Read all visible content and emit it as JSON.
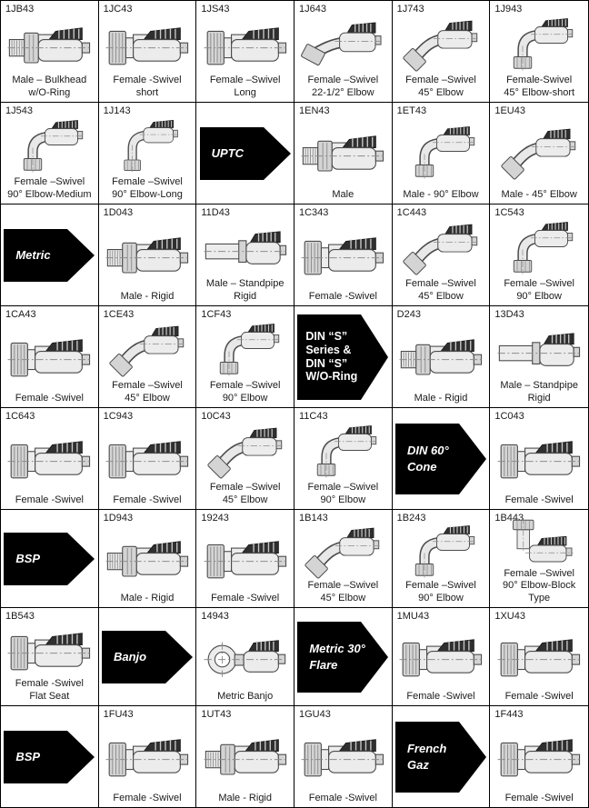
{
  "page": {
    "kind": "hose-fitting-catalog-grid",
    "columns": 6,
    "rows": 8,
    "border_color": "#000000",
    "background": "#ffffff",
    "banner_bg": "#000000",
    "banner_text_color": "#ffffff"
  },
  "cells": [
    {
      "kind": "part",
      "code": "1JB43",
      "desc": "Male – Bulkhead\nw/O-Ring",
      "art": "straight-male"
    },
    {
      "kind": "part",
      "code": "1JC43",
      "desc": "Female -Swivel\nshort",
      "art": "straight-female"
    },
    {
      "kind": "part",
      "code": "1JS43",
      "desc": "Female –Swivel\nLong",
      "art": "straight-female"
    },
    {
      "kind": "part",
      "code": "1J643",
      "desc": "Female –Swivel\n22-1/2° Elbow",
      "art": "elbow225"
    },
    {
      "kind": "part",
      "code": "1J743",
      "desc": "Female –Swivel\n45° Elbow",
      "art": "elbow45"
    },
    {
      "kind": "part",
      "code": "1J943",
      "desc": "Female-Swivel\n45° Elbow-short",
      "art": "elbow90"
    },
    {
      "kind": "part",
      "code": "1J543",
      "desc": "Female –Swivel\n90° Elbow-Medium",
      "art": "elbow90"
    },
    {
      "kind": "part",
      "code": "1J143",
      "desc": "Female –Swivel\n90° Elbow-Long",
      "art": "elbow90-long"
    },
    {
      "kind": "banner",
      "label": "UPTC",
      "lines": [
        "UPTC"
      ],
      "italic": true
    },
    {
      "kind": "part",
      "code": "1EN43",
      "desc": "Male",
      "art": "straight-male"
    },
    {
      "kind": "part",
      "code": "1ET43",
      "desc": "Male - 90° Elbow",
      "art": "elbow90"
    },
    {
      "kind": "part",
      "code": "1EU43",
      "desc": "Male - 45° Elbow",
      "art": "elbow45"
    },
    {
      "kind": "banner",
      "label": "Metric",
      "lines": [
        "Metric"
      ],
      "italic": true
    },
    {
      "kind": "part",
      "code": "1D043",
      "desc": "Male - Rigid",
      "art": "straight-male"
    },
    {
      "kind": "part",
      "code": "11D43",
      "desc": "Male – Standpipe\nRigid",
      "art": "standpipe"
    },
    {
      "kind": "part",
      "code": "1C343",
      "desc": "Female -Swivel",
      "art": "straight-female"
    },
    {
      "kind": "part",
      "code": "1C443",
      "desc": "Female –Swivel\n45° Elbow",
      "art": "elbow45"
    },
    {
      "kind": "part",
      "code": "1C543",
      "desc": "Female –Swivel\n90° Elbow",
      "art": "elbow90"
    },
    {
      "kind": "part",
      "code": "1CA43",
      "desc": "Female -Swivel",
      "art": "straight-female"
    },
    {
      "kind": "part",
      "code": "1CE43",
      "desc": "Female –Swivel\n45° Elbow",
      "art": "elbow45"
    },
    {
      "kind": "part",
      "code": "1CF43",
      "desc": "Female –Swivel\n90° Elbow",
      "art": "elbow90"
    },
    {
      "kind": "banner",
      "label": "DIN “S” Series & DIN “S” W/O-Ring",
      "lines": [
        "DIN “S”",
        "Series &",
        "DIN “S”",
        "W/O-Ring"
      ],
      "italic": false
    },
    {
      "kind": "part",
      "code": "D243",
      "desc": "Male - Rigid",
      "art": "straight-male"
    },
    {
      "kind": "part",
      "code": "13D43",
      "desc": "Male – Standpipe\nRigid",
      "art": "standpipe"
    },
    {
      "kind": "part",
      "code": "1C643",
      "desc": "Female -Swivel",
      "art": "straight-female"
    },
    {
      "kind": "part",
      "code": "1C943",
      "desc": "Female -Swivel",
      "art": "straight-female"
    },
    {
      "kind": "part",
      "code": "10C43",
      "desc": "Female –Swivel\n45° Elbow",
      "art": "elbow45"
    },
    {
      "kind": "part",
      "code": "11C43",
      "desc": "Female –Swivel\n90° Elbow",
      "art": "elbow90"
    },
    {
      "kind": "banner",
      "label": "DIN 60° Cone",
      "lines": [
        "DIN 60°",
        "Cone"
      ],
      "italic": true
    },
    {
      "kind": "part",
      "code": "1C043",
      "desc": "Female -Swivel",
      "art": "straight-female"
    },
    {
      "kind": "banner",
      "label": "BSP",
      "lines": [
        "BSP"
      ],
      "italic": true
    },
    {
      "kind": "part",
      "code": "1D943",
      "desc": "Male - Rigid",
      "art": "straight-male"
    },
    {
      "kind": "part",
      "code": "19243",
      "desc": "Female -Swivel",
      "art": "straight-female"
    },
    {
      "kind": "part",
      "code": "1B143",
      "desc": "Female –Swivel\n45° Elbow",
      "art": "elbow45"
    },
    {
      "kind": "part",
      "code": "1B243",
      "desc": "Female –Swivel\n90° Elbow",
      "art": "elbow90"
    },
    {
      "kind": "part",
      "code": "1B443",
      "desc": "Female –Swivel\n90° Elbow-Block\nType",
      "art": "block"
    },
    {
      "kind": "part",
      "code": "1B543",
      "desc": "Female -Swivel\nFlat Seat",
      "art": "straight-female"
    },
    {
      "kind": "banner",
      "label": "Banjo",
      "lines": [
        "Banjo"
      ],
      "italic": true
    },
    {
      "kind": "part",
      "code": "14943",
      "desc": "Metric Banjo",
      "art": "banjo"
    },
    {
      "kind": "banner",
      "label": "Metric 30° Flare",
      "lines": [
        "Metric 30°",
        "Flare"
      ],
      "italic": true
    },
    {
      "kind": "part",
      "code": "1MU43",
      "desc": "Female -Swivel",
      "art": "straight-female"
    },
    {
      "kind": "part",
      "code": "1XU43",
      "desc": "Female -Swivel",
      "art": "straight-female"
    },
    {
      "kind": "banner",
      "label": "BSP",
      "lines": [
        "BSP"
      ],
      "italic": true
    },
    {
      "kind": "part",
      "code": "1FU43",
      "desc": "Female -Swivel",
      "art": "straight-female"
    },
    {
      "kind": "part",
      "code": "1UT43",
      "desc": "Male - Rigid",
      "art": "straight-male"
    },
    {
      "kind": "part",
      "code": "1GU43",
      "desc": "Female -Swivel",
      "art": "straight-female"
    },
    {
      "kind": "banner",
      "label": "French Gaz",
      "lines": [
        "French",
        "Gaz"
      ],
      "italic": true
    },
    {
      "kind": "part",
      "code": "1F443",
      "desc": "Female -Swivel",
      "art": "straight-female"
    }
  ]
}
